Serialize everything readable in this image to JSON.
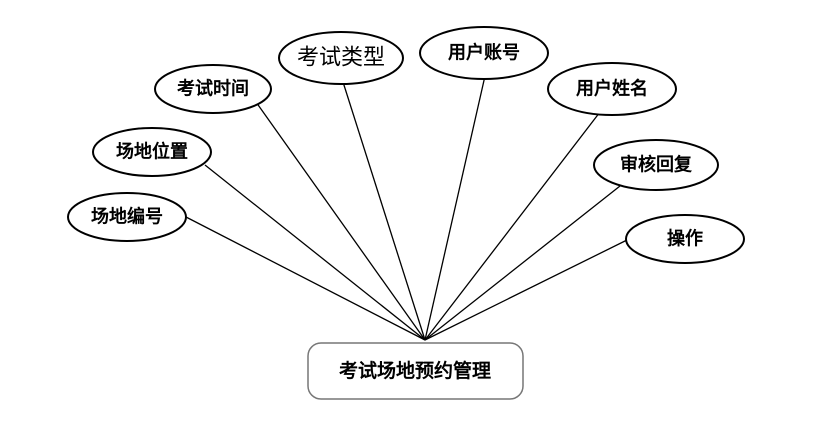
{
  "entity": {
    "label": "考试场地预约管理"
  },
  "attributes": [
    {
      "id": "venue-id",
      "label": "场地编号"
    },
    {
      "id": "venue-location",
      "label": "场地位置"
    },
    {
      "id": "exam-time",
      "label": "考试时间"
    },
    {
      "id": "exam-type",
      "label": "考试类型"
    },
    {
      "id": "user-account",
      "label": "用户账号"
    },
    {
      "id": "user-name",
      "label": "用户姓名"
    },
    {
      "id": "review-reply",
      "label": "审核回复"
    },
    {
      "id": "operation",
      "label": "操作"
    }
  ]
}
